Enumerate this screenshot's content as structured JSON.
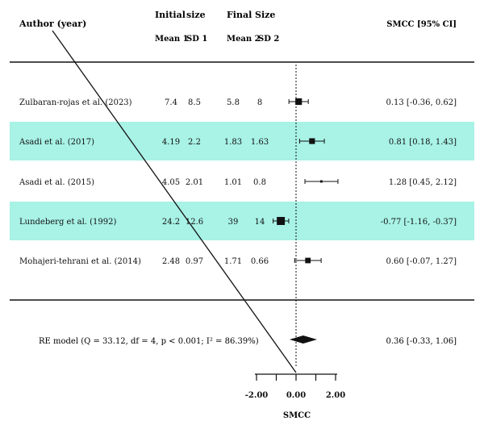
{
  "chart_data": {
    "type": "forest",
    "header": {
      "author": "Author (year)",
      "initial_top": "Initial",
      "initial_size": "size",
      "initial_mean": "Mean 1",
      "initial_sd": "SD 1",
      "final_top": "Final",
      "final_size": "Size",
      "final_mean": "Mean 2",
      "final_sd": "SD 2",
      "effect": "SMCC [95% CI]"
    },
    "studies": [
      {
        "author": "Zulbaran-rojas et al. (2023)",
        "mean1": "7.4",
        "sd1": "8.5",
        "mean2": "5.8",
        "sd2": "8",
        "smcc": 0.13,
        "lower": -0.36,
        "upper": 0.62,
        "ci_text": "0.13 [-0.36, 0.62]",
        "highlight": false,
        "weight": 1.0
      },
      {
        "author": "Asadi et al. (2017)",
        "mean1": "4.19",
        "sd1": "2.2",
        "mean2": "1.83",
        "sd2": "1.63",
        "smcc": 0.81,
        "lower": 0.18,
        "upper": 1.43,
        "ci_text": "0.81 [0.18, 1.43]",
        "highlight": true,
        "weight": 0.85
      },
      {
        "author": "Asadi et al. (2015)",
        "mean1": "4.05",
        "sd1": "2.01",
        "mean2": "1.01",
        "sd2": "0.8",
        "smcc": 1.28,
        "lower": 0.45,
        "upper": 2.12,
        "ci_text": "1.28 [0.45, 2.12]",
        "highlight": false,
        "weight": 0.25
      },
      {
        "author": "Lundeberg et al. (1992)",
        "mean1": "24.2",
        "sd1": "12.6",
        "mean2": "39",
        "sd2": "14",
        "smcc": -0.77,
        "lower": -1.16,
        "upper": -0.37,
        "ci_text": "-0.77 [-1.16, -0.37]",
        "highlight": true,
        "weight": 1.25
      },
      {
        "author": "Mohajeri-tehrani et al. (2014)",
        "mean1": "2.48",
        "sd1": "0.97",
        "mean2": "1.71",
        "sd2": "0.66",
        "smcc": 0.6,
        "lower": -0.07,
        "upper": 1.27,
        "ci_text": "0.60 [-0.07, 1.27]",
        "highlight": false,
        "weight": 0.8
      }
    ],
    "summary": {
      "label": "RE model (Q = 33.12, df = 4, p < 0.001; I² = 86.39%)",
      "estimate": 0.36,
      "lower": -0.33,
      "upper": 1.06,
      "ci_text": "0.36 [-0.33, 1.06]"
    },
    "xaxis": {
      "label": "SMCC",
      "ticks": [
        -2,
        -1,
        0,
        1,
        2
      ],
      "tick_labels": [
        {
          "value": -2,
          "text": "-2.00"
        },
        {
          "value": 0,
          "text": "0.00"
        },
        {
          "value": 2,
          "text": "2.00"
        }
      ],
      "xlim": [
        -2,
        2
      ]
    },
    "colors": {
      "highlight": "#a8f2e6",
      "text": "#111111",
      "line": "#111111"
    }
  }
}
